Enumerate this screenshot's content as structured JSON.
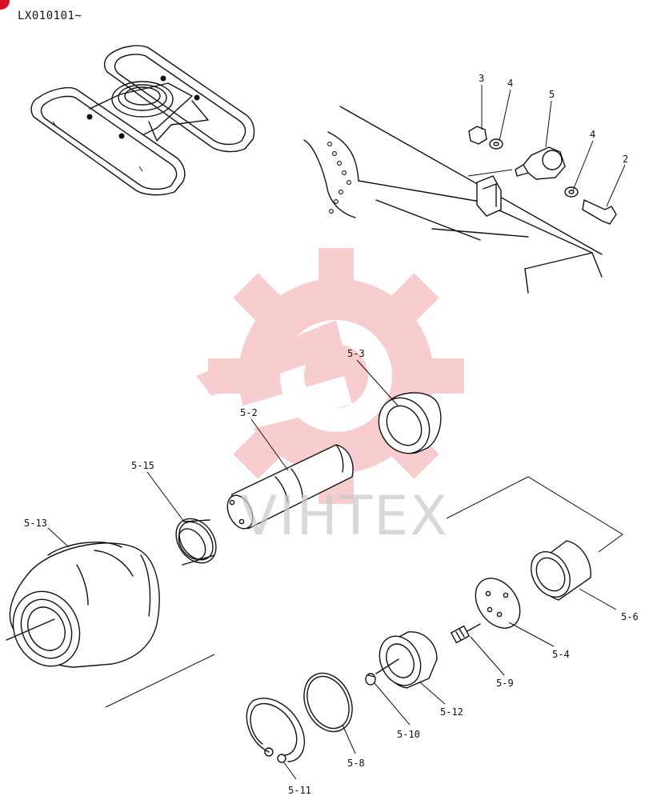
{
  "document": {
    "serial_range": "LX010101~",
    "watermark": "VIHTEX",
    "colors": {
      "watermark": "#f2a5a8",
      "corner_mark": "#d8112a",
      "ink": "#111111"
    }
  },
  "callouts": {
    "c2": "2",
    "c3": "3",
    "c4a": "4",
    "c4b": "4",
    "c5": "5",
    "c5_2": "5-2",
    "c5_3": "5-3",
    "c5_4": "5-4",
    "c5_6": "5-6",
    "c5_8": "5-8",
    "c5_9": "5-9",
    "c5_10": "5-10",
    "c5_11": "5-11",
    "c5_12": "5-12",
    "c5_13": "5-13",
    "c5_15": "5-15"
  }
}
